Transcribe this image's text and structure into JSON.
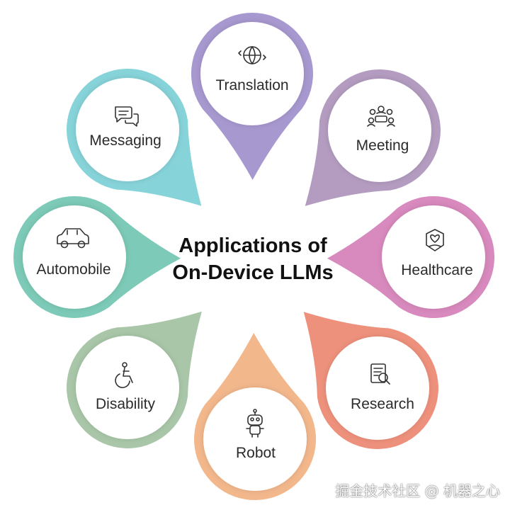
{
  "title": {
    "line1": "Applications of",
    "line2": "On-Device LLMs"
  },
  "petals": [
    {
      "key": "translation",
      "label": "Translation",
      "icon": "globe-translation-icon",
      "color": "#a798cf"
    },
    {
      "key": "meeting",
      "label": "Meeting",
      "icon": "people-meeting-icon",
      "color": "#b39cc0"
    },
    {
      "key": "healthcare",
      "label": "Healthcare",
      "icon": "heart-in-hand-icon",
      "color": "#d889bd"
    },
    {
      "key": "research",
      "label": "Research",
      "icon": "document-search-icon",
      "color": "#ee917c"
    },
    {
      "key": "robot",
      "label": "Robot",
      "icon": "robot-icon",
      "color": "#f3b78c"
    },
    {
      "key": "disability",
      "label": "Disability",
      "icon": "wheelchair-icon",
      "color": "#a9c7a8"
    },
    {
      "key": "automobile",
      "label": "Automobile",
      "icon": "car-icon",
      "color": "#7ccab7"
    },
    {
      "key": "messaging",
      "label": "Messaging",
      "icon": "chat-bubbles-icon",
      "color": "#86d3d9"
    }
  ],
  "watermark": "掘金技术社区 @ 机器之心"
}
